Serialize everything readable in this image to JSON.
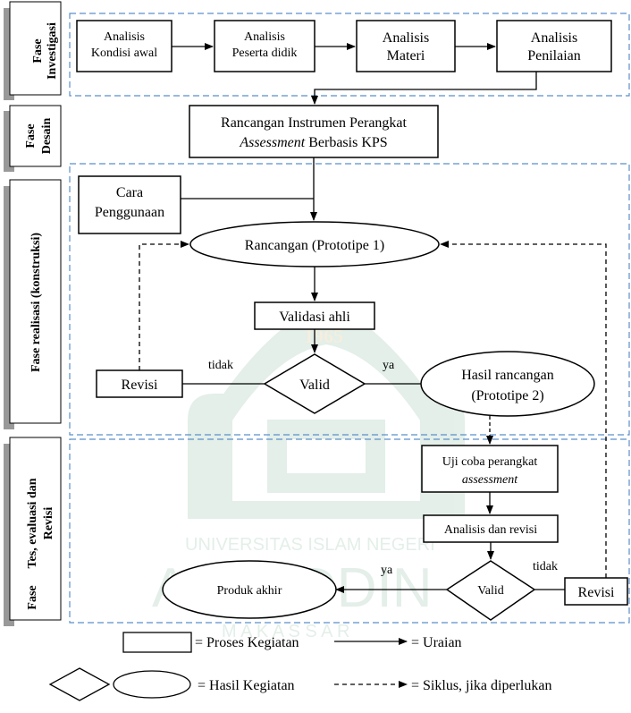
{
  "phases": {
    "investigasi": {
      "line1": "Fase",
      "line2": "Investigasi"
    },
    "desain": {
      "line1": "Fase",
      "line2": "Desain"
    },
    "realisasi": {
      "label": "Fase realisasi (konstruksi)"
    },
    "tes": {
      "line1": "Tes, evaluasi dan",
      "line2": "Revisi",
      "prefix": "Fase"
    }
  },
  "investigasi_steps": [
    {
      "line1": "Analisis",
      "line2": "Kondisi awal"
    },
    {
      "line1": "Analisis",
      "line2": "Peserta didik"
    },
    {
      "line1": "Analisis",
      "line2": "Materi"
    },
    {
      "line1": "Analisis",
      "line2": "Penilaian"
    }
  ],
  "desain_box": {
    "line1": "Rancangan Instrumen Perangkat",
    "line2_italic": "Assessment",
    "line2_rest": " Berbasis KPS"
  },
  "realisasi": {
    "cara": {
      "line1": "Cara",
      "line2": "Penggunaan"
    },
    "rancangan": "Rancangan (Prototipe 1)",
    "validasi": "Validasi ahli",
    "valid": "Valid",
    "revisi": "Revisi",
    "tidak": "tidak",
    "ya": "ya",
    "hasil": {
      "line1": "Hasil rancangan",
      "line2": "(Prototipe 2)"
    }
  },
  "tes": {
    "uji": {
      "line1": "Uji coba perangkat",
      "line2": "assessment"
    },
    "analisis": "Analisis dan revisi",
    "valid": "Valid",
    "produk": "Produk akhir",
    "revisi": "Revisi",
    "ya": "ya",
    "tidak": "tidak"
  },
  "legend": {
    "proses": "= Proses Kegiatan",
    "uraian": "= Uraian",
    "hasil": "= Hasil Kegiatan",
    "siklus": "= Siklus, jika diperlukan"
  },
  "watermark": {
    "year": "1965",
    "university": "UNIVERSITAS ISLAM NEGERI",
    "name": "ALAUDDIN",
    "city": "M A K A S S A R"
  },
  "colors": {
    "dashed_frame": "#5b8fc9",
    "watermark": "#2e8b57",
    "phase_tab_shadow": "#999999"
  }
}
